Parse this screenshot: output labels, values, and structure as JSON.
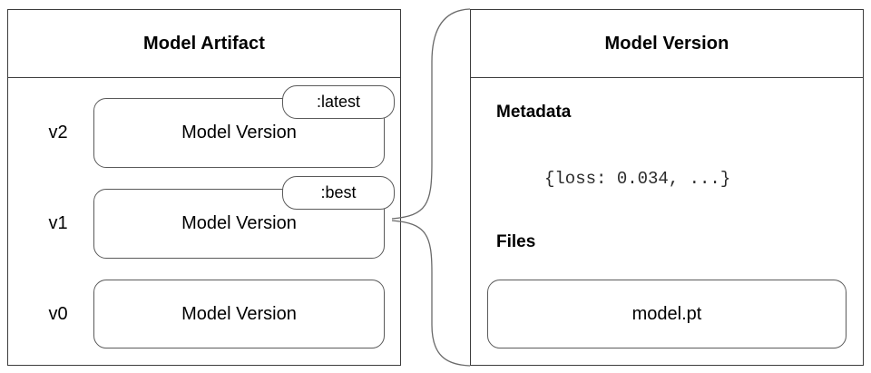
{
  "diagram": {
    "title_left": "Model Artifact",
    "title_right": "Model Version",
    "line_color": "#3d3d3d",
    "box_line_color": "#5a5a5a",
    "background": "#ffffff",
    "text_color": "#000000"
  },
  "artifact_panel": {
    "header": "Model Artifact",
    "versions": [
      {
        "label": "v2",
        "box_label": "Model Version",
        "tag": ":latest"
      },
      {
        "label": "v1",
        "box_label": "Model Version",
        "tag": ":best"
      },
      {
        "label": "v0",
        "box_label": "Model Version",
        "tag": null
      }
    ]
  },
  "version_panel": {
    "header": "Model Version",
    "metadata_heading": "Metadata",
    "metadata_value": "{loss: 0.034, ...}",
    "files_heading": "Files",
    "files": [
      {
        "name": "model.pt"
      }
    ]
  }
}
